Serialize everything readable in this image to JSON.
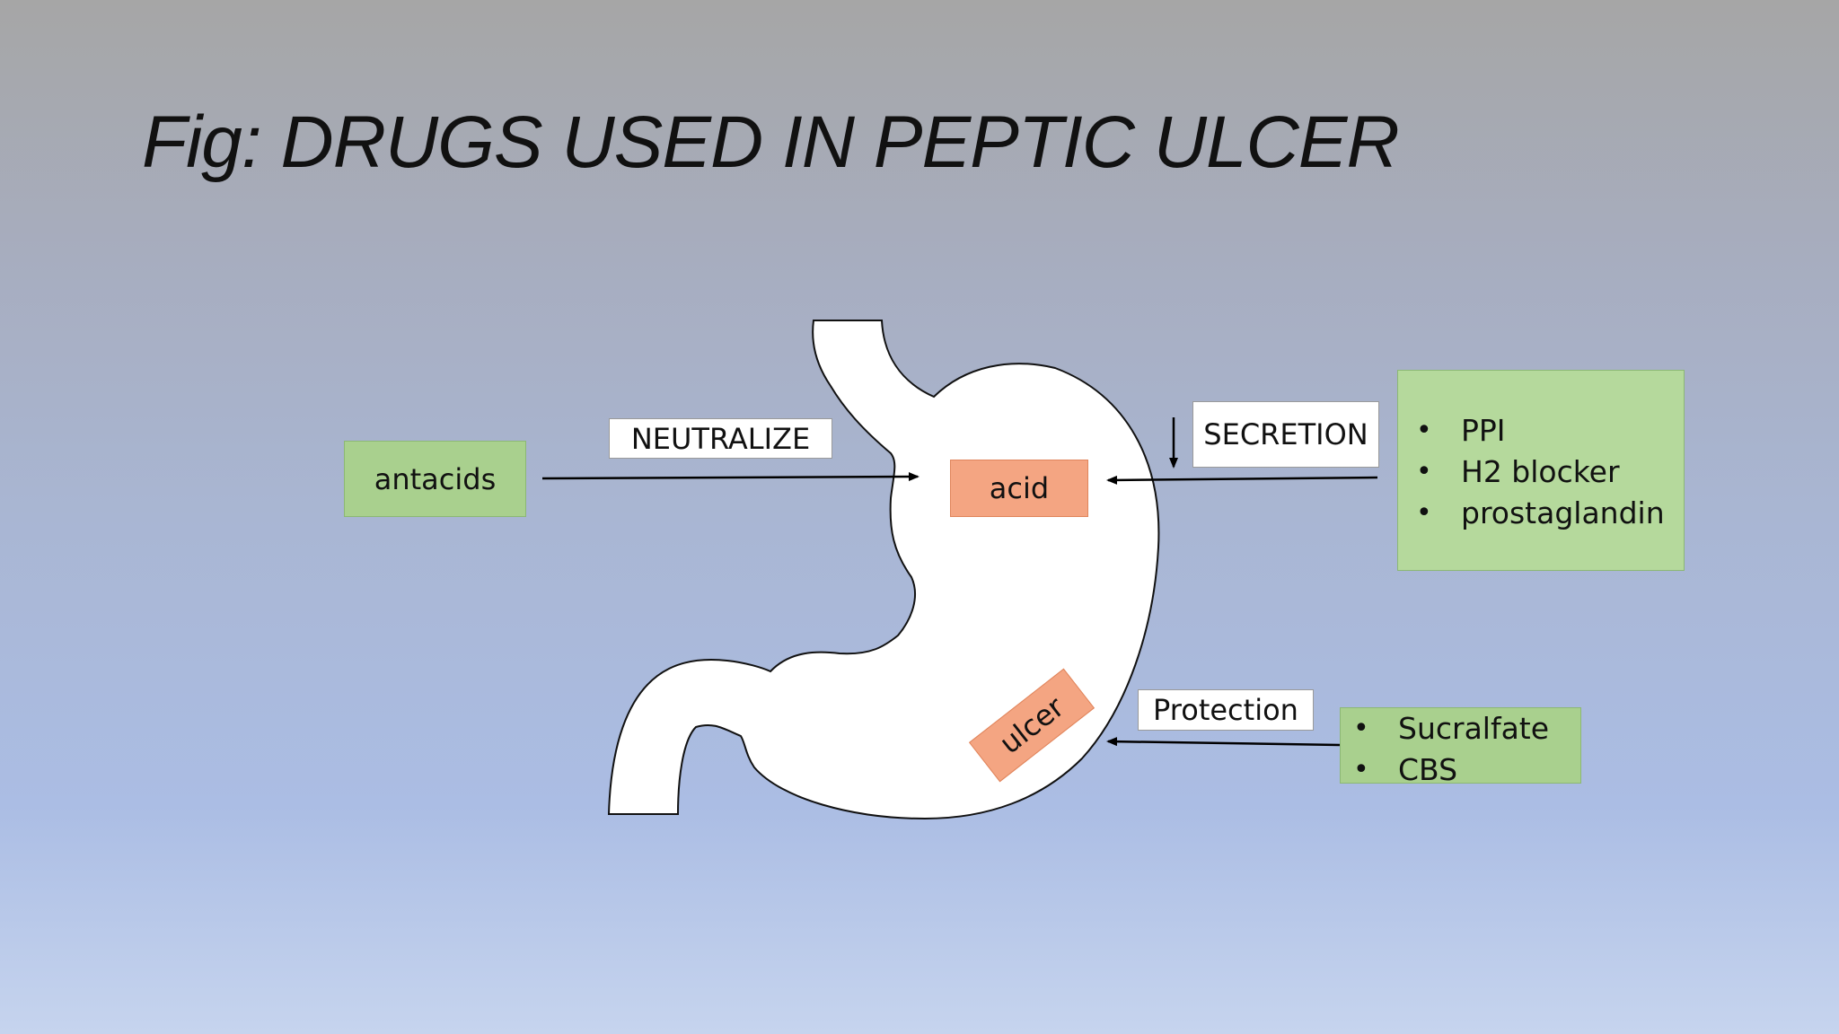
{
  "title": "Fig: DRUGS USED IN PEPTIC ULCER",
  "nodes": {
    "antacids": "antacids",
    "acid": "acid",
    "ulcer": "ulcer",
    "secretion_drugs": [
      "PPI",
      "H2 blocker",
      "prostaglandin"
    ],
    "protective_drugs": [
      "Sucralfate",
      "CBS"
    ]
  },
  "edge_labels": {
    "neutralize": "NEUTRALIZE",
    "secretion": "SECRETION",
    "protection": "Protection"
  },
  "colors": {
    "drug_box": "#a9d08e",
    "target_box": "#f4a582",
    "label_box": "#ffffff",
    "stomach_fill": "#ffffff",
    "outline": "#000000"
  }
}
